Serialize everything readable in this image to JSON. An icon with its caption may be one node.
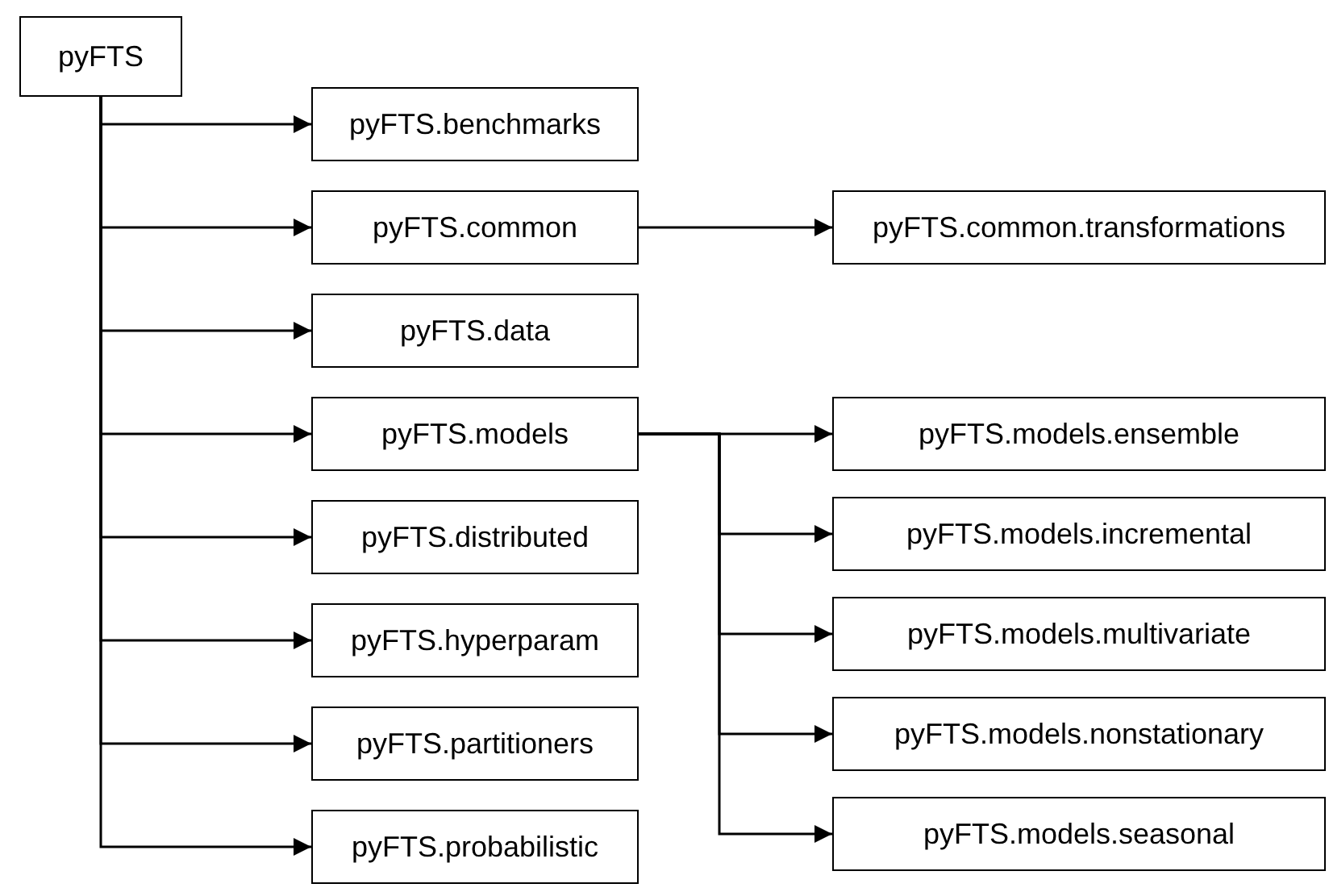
{
  "diagram": {
    "nodes": [
      {
        "text": [
          "pyFTS"
        ]
      },
      {
        "text": [
          "pyFTS.benchmarks"
        ]
      },
      {
        "text": [
          "pyFTS.common"
        ]
      },
      {
        "text": [
          "pyFTS.data"
        ]
      },
      {
        "text": [
          "pyFTS.models"
        ]
      },
      {
        "text": [
          "pyFTS.distributed"
        ]
      },
      {
        "text": [
          "pyFTS.hyperparam"
        ]
      },
      {
        "text": [
          "pyFTS.partitioners"
        ]
      },
      {
        "text": [
          "pyFTS.probabilistic"
        ]
      },
      {
        "text": [
          "pyFTS.common.transformations"
        ]
      },
      {
        "text": [
          "pyFTS.models.ensemble"
        ]
      },
      {
        "text": [
          "pyFTS.models.incremental"
        ]
      },
      {
        "text": [
          "pyFTS.models.multivariate"
        ]
      },
      {
        "text": [
          "pyFTS.models.nonstationary"
        ]
      },
      {
        "text": [
          "pyFTS.models.seasonal"
        ]
      }
    ],
    "edges": [
      {
        "from": 0,
        "to": 1,
        "arrow": "to"
      },
      {
        "from": 0,
        "to": 2,
        "arrow": "to"
      },
      {
        "from": 0,
        "to": 3,
        "arrow": "to"
      },
      {
        "from": 0,
        "to": 4,
        "arrow": "to"
      },
      {
        "from": 0,
        "to": 5,
        "arrow": "to"
      },
      {
        "from": 0,
        "to": 6,
        "arrow": "to"
      },
      {
        "from": 0,
        "to": 7,
        "arrow": "to"
      },
      {
        "from": 0,
        "to": 8,
        "arrow": "to"
      },
      {
        "from": 2,
        "to": 9,
        "arrow": "to"
      },
      {
        "from": 4,
        "to": 10,
        "arrow": "to"
      },
      {
        "from": 4,
        "to": 11,
        "arrow": "to"
      },
      {
        "from": 4,
        "to": 12,
        "arrow": "to"
      },
      {
        "from": 4,
        "to": 13,
        "arrow": "to"
      },
      {
        "from": 4,
        "to": 14,
        "arrow": "to"
      }
    ]
  }
}
